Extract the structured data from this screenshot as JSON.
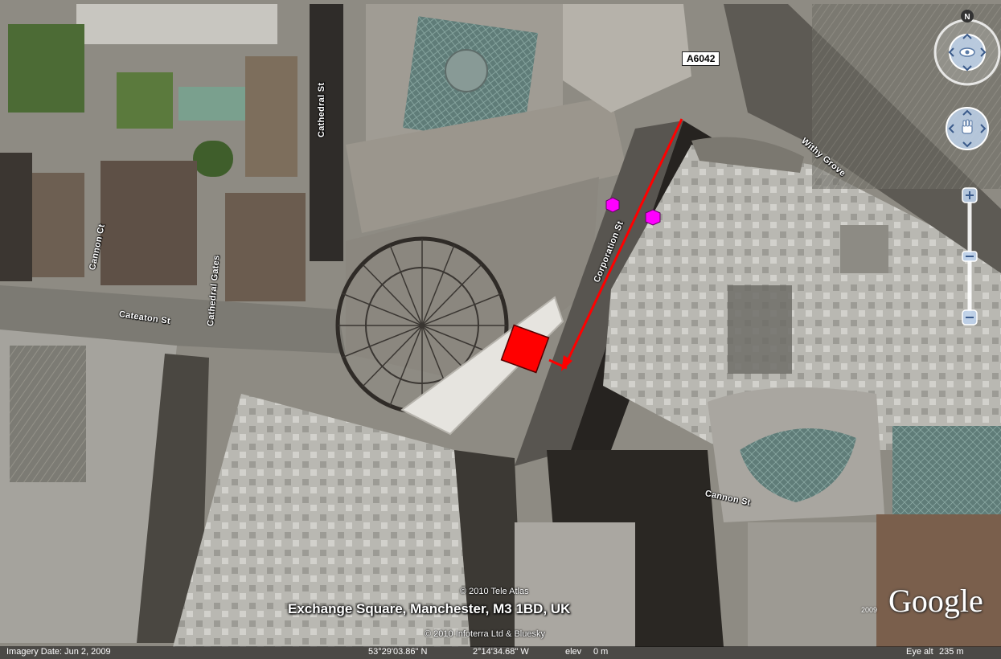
{
  "map": {
    "street_labels": {
      "cathedral_st": "Cathedral St",
      "cannon_ct": "Cannon Ct",
      "cathedral_gates": "Cathedral Gates",
      "cateaton_st": "Cateaton St",
      "corporation_st": "Corporation St",
      "withy_grove": "Withy Grove",
      "cannon_st": "Cannon St"
    },
    "road_shield": "A6042",
    "place_title": "Exchange Square, Manchester, M3 1BD, UK",
    "copyright_tele_atlas": "© 2010 Tele Atlas",
    "copyright_infoterra": "© 2010 Infoterra Ltd & Bluesky",
    "google_logo": "Google",
    "google_year": "2009",
    "compass_letter": "N",
    "marker_colors": {
      "arrow": "#ff0000",
      "hexagon": "#ff00ff",
      "square": "#ff0000"
    }
  },
  "status_bar": {
    "imagery_date": "Imagery Date: Jun  2, 2009",
    "latitude": "53°29'03.86\" N",
    "longitude": "2°14'34.68\" W",
    "elev_label": "elev",
    "elev_value": "0 m",
    "eye_alt_label": "Eye alt",
    "eye_alt_value": "235 m"
  },
  "controls": {
    "look_icon": "eye-icon",
    "move_icon": "hand-icon",
    "zoom_in_icon": "plus-icon",
    "zoom_out_icon": "minus-icon"
  }
}
